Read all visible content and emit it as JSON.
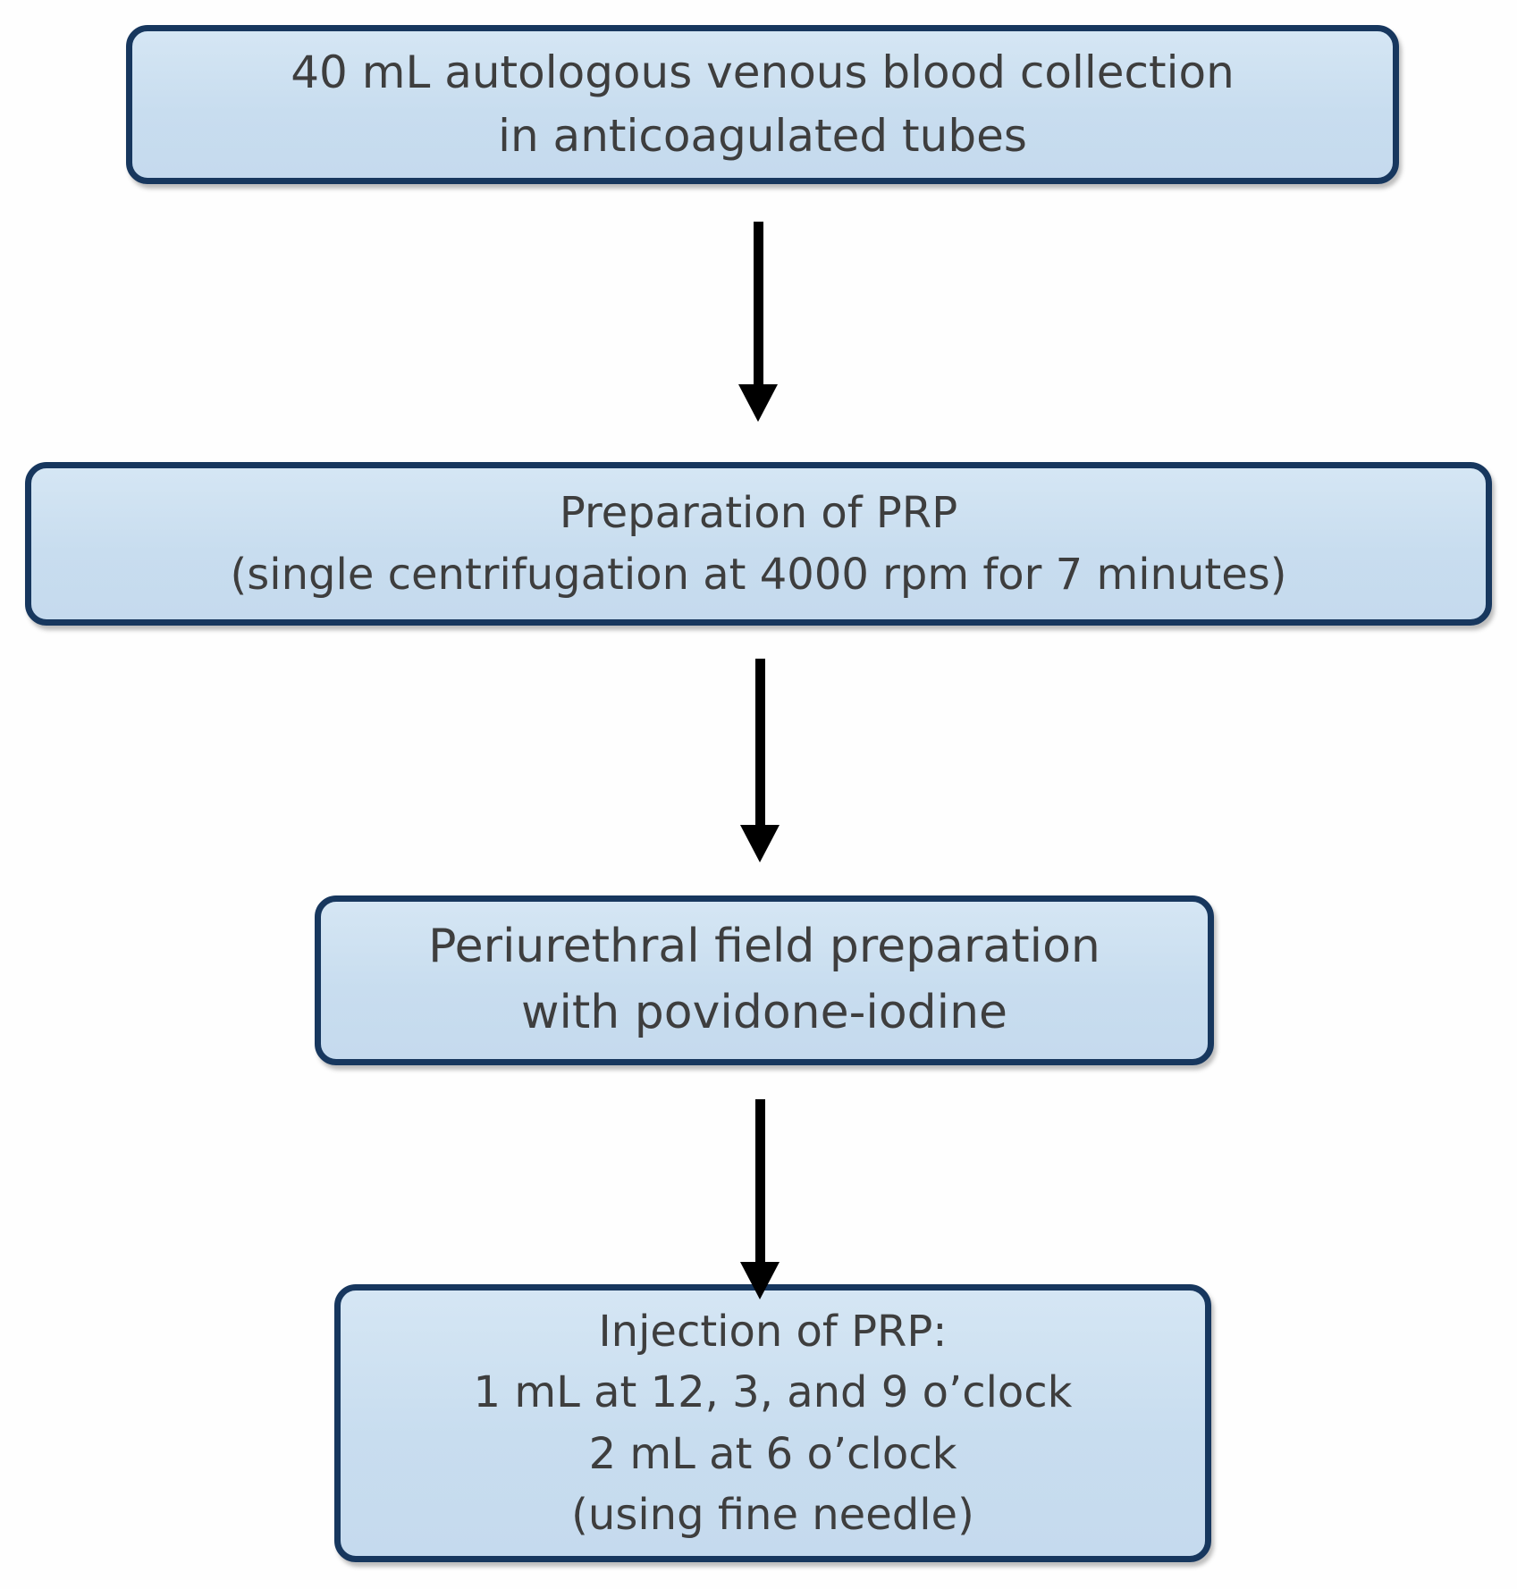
{
  "flowchart": {
    "title_semantic": "PRP periurethral injection procedure flowchart",
    "colors": {
      "box_fill": "#cadeef",
      "box_border": "#17375e",
      "text": "#3e3e3e",
      "arrow": "#000000",
      "background": "#fefefe"
    },
    "steps": [
      {
        "id": "step-1",
        "lines": {
          "0": "40 mL autologous venous blood collection",
          "1": "in anticoagulated tubes"
        }
      },
      {
        "id": "step-2",
        "lines": {
          "0": "Preparation of PRP",
          "1": "(single centrifugation at 4000 rpm for 7 minutes)"
        }
      },
      {
        "id": "step-3",
        "lines": {
          "0": "Periurethral field preparation",
          "1": "with povidone-iodine"
        }
      },
      {
        "id": "step-4",
        "lines": {
          "0": "Injection of PRP:",
          "1": "1 mL at 12, 3, and 9 o’clock",
          "2": "2 mL at 6 o’clock",
          "3": "(using fine needle)"
        }
      }
    ]
  }
}
